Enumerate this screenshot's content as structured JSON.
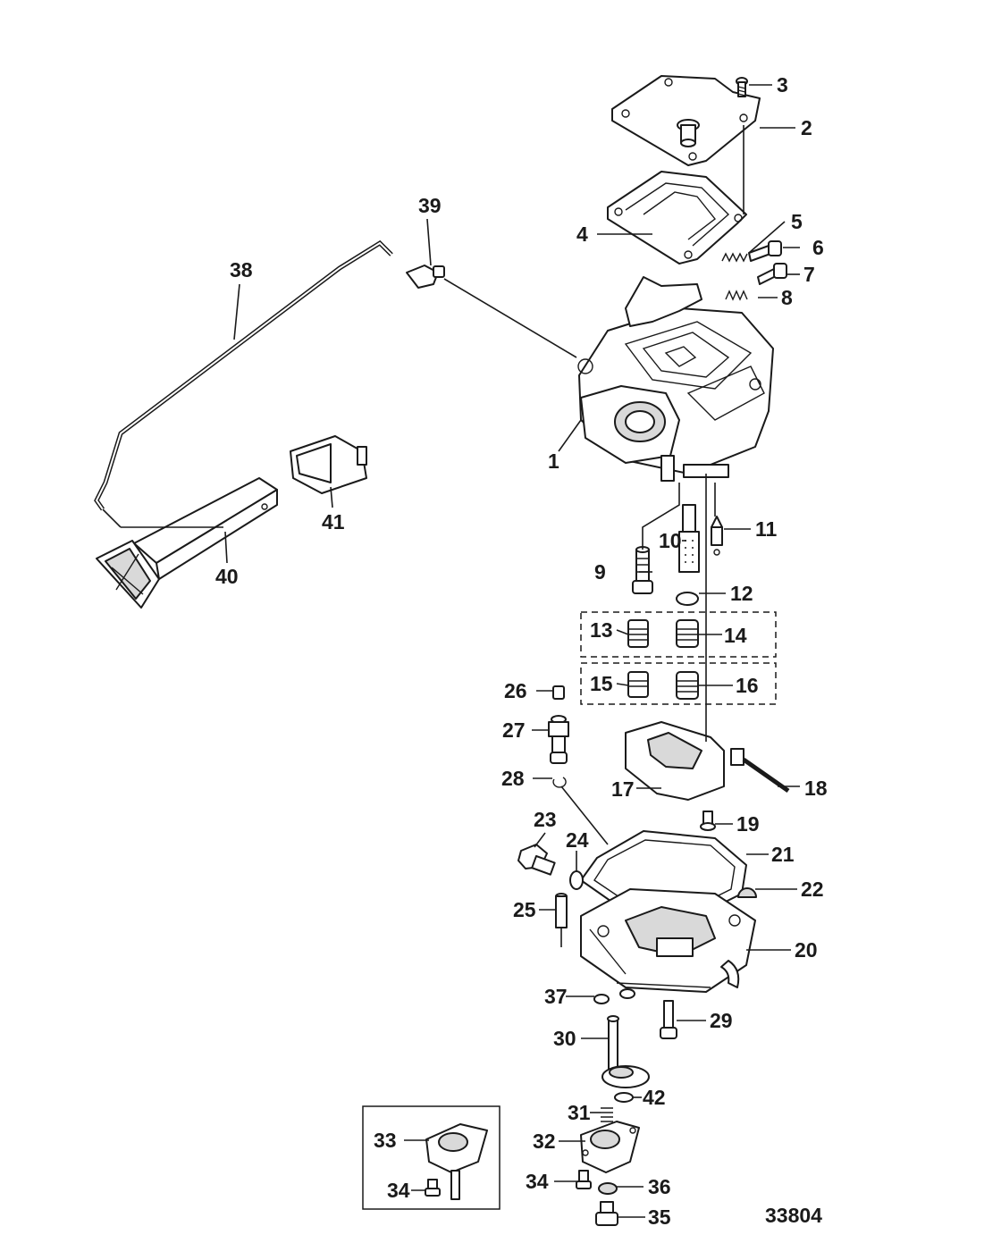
{
  "diagram": {
    "reference_number": "33804",
    "callouts": [
      "1",
      "2",
      "3",
      "4",
      "5",
      "6",
      "7",
      "8",
      "9",
      "10",
      "11",
      "12",
      "13",
      "14",
      "15",
      "16",
      "17",
      "18",
      "19",
      "20",
      "21",
      "22",
      "23",
      "24",
      "25",
      "26",
      "27",
      "28",
      "29",
      "30",
      "31",
      "32",
      "33",
      "34",
      "34",
      "35",
      "36",
      "37",
      "38",
      "39",
      "40",
      "41",
      "42"
    ]
  },
  "colors": {
    "line": "#1a1a1a",
    "background": "#ffffff",
    "shade": "#d9d9d9"
  }
}
